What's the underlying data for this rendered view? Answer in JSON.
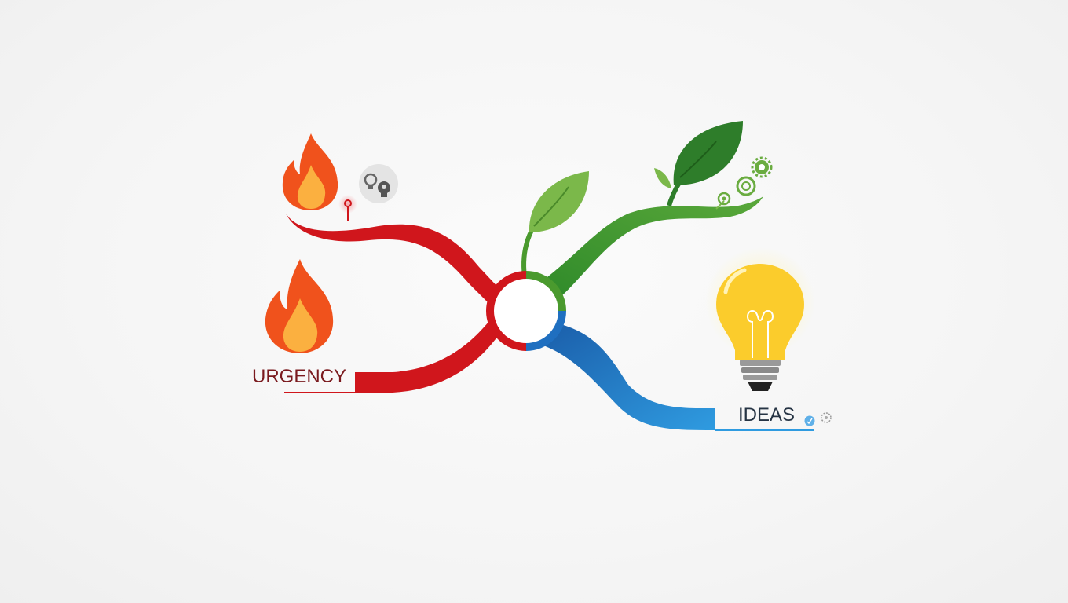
{
  "diagram": {
    "type": "mind-map",
    "center_node": {
      "shape": "ring",
      "segments": [
        "red",
        "green",
        "blue"
      ]
    },
    "branches": [
      {
        "id": "urgency",
        "label": "URGENCY",
        "color": "#d0161c",
        "icons": [
          "fire-icon",
          "fire-icon",
          "lightbulb-pair-icon",
          "pin-icon"
        ]
      },
      {
        "id": "growth",
        "label": "",
        "color": "#4a9a2e",
        "icons": [
          "leaf-icon",
          "leaf-icon",
          "leaf-icon",
          "target-icon",
          "target-icon",
          "gear-icon"
        ]
      },
      {
        "id": "ideas",
        "label": "IDEAS",
        "color": "#1f6fc0",
        "icons": [
          "lightbulb-icon",
          "check-badge-icon",
          "gear-icon"
        ]
      }
    ],
    "colors": {
      "red": "#d0161c",
      "green": "#4a9a2e",
      "dark_green": "#2e7d2a",
      "light_green": "#7bb84a",
      "blue": "#1f6fc0",
      "light_blue": "#2f9be0",
      "flame_outer": "#f0521c",
      "flame_inner": "#fbb040",
      "bulb": "#fbcc2c"
    }
  }
}
